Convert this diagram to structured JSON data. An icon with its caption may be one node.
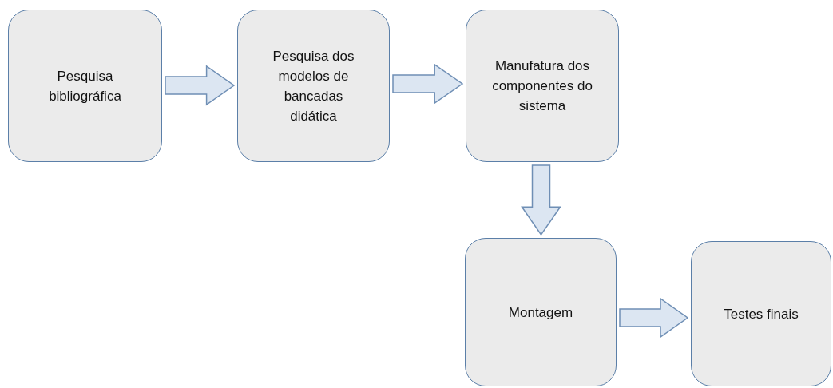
{
  "diagram": {
    "nodes": [
      {
        "text": [
          "Pesquisa bibliográfica"
        ]
      },
      {
        "text": [
          "Pesquisa dos modelos de bancadas didática"
        ]
      },
      {
        "text": [
          "Manufatura dos componentes do sistema"
        ]
      },
      {
        "text": [
          "Montagem"
        ]
      },
      {
        "text": [
          "Testes finais"
        ]
      }
    ],
    "edges": [
      {
        "from": 0,
        "to": 1,
        "arrow": "to"
      },
      {
        "from": 1,
        "to": 2,
        "arrow": "to"
      },
      {
        "from": 2,
        "to": 3,
        "arrow": "to"
      },
      {
        "from": 3,
        "to": 4,
        "arrow": "to"
      }
    ]
  }
}
